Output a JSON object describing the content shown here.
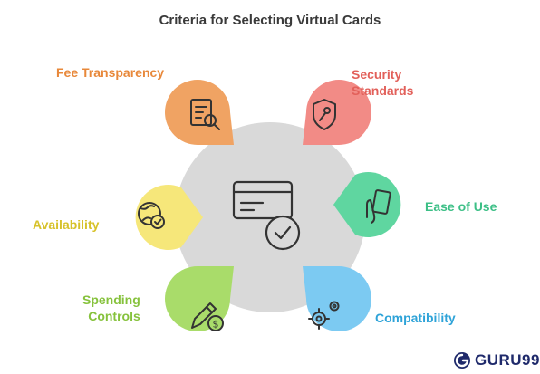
{
  "title": "Criteria for Selecting Virtual Cards",
  "center": {
    "fill": "#d9d9d9",
    "icon": "credit-card-check-icon"
  },
  "criteria": [
    {
      "id": "fee-transparency",
      "label_lines": [
        "Fee Transparency"
      ],
      "color": "#f0a363",
      "text_color": "#e8883a",
      "icon": "document-search-icon"
    },
    {
      "id": "security-standards",
      "label_lines": [
        "Security",
        "Standards"
      ],
      "color": "#f28b86",
      "text_color": "#e2605a",
      "icon": "shield-key-icon"
    },
    {
      "id": "ease-of-use",
      "label_lines": [
        "Ease of Use"
      ],
      "color": "#5fd6a0",
      "text_color": "#3cbf86",
      "icon": "hand-card-icon"
    },
    {
      "id": "compatibility",
      "label_lines": [
        "Compatibility"
      ],
      "color": "#7ccaf2",
      "text_color": "#2ea3d8",
      "icon": "gears-icon"
    },
    {
      "id": "spending-controls",
      "label_lines": [
        "Spending",
        "Controls"
      ],
      "color": "#a9dc6a",
      "text_color": "#86c23c",
      "icon": "pencil-dollar-icon"
    },
    {
      "id": "availability",
      "label_lines": [
        "Availability"
      ],
      "color": "#f6e77a",
      "text_color": "#d7c22a",
      "icon": "globe-check-icon"
    }
  ],
  "brand": {
    "name": "GURU99",
    "icon": "guru99-logo-icon"
  }
}
